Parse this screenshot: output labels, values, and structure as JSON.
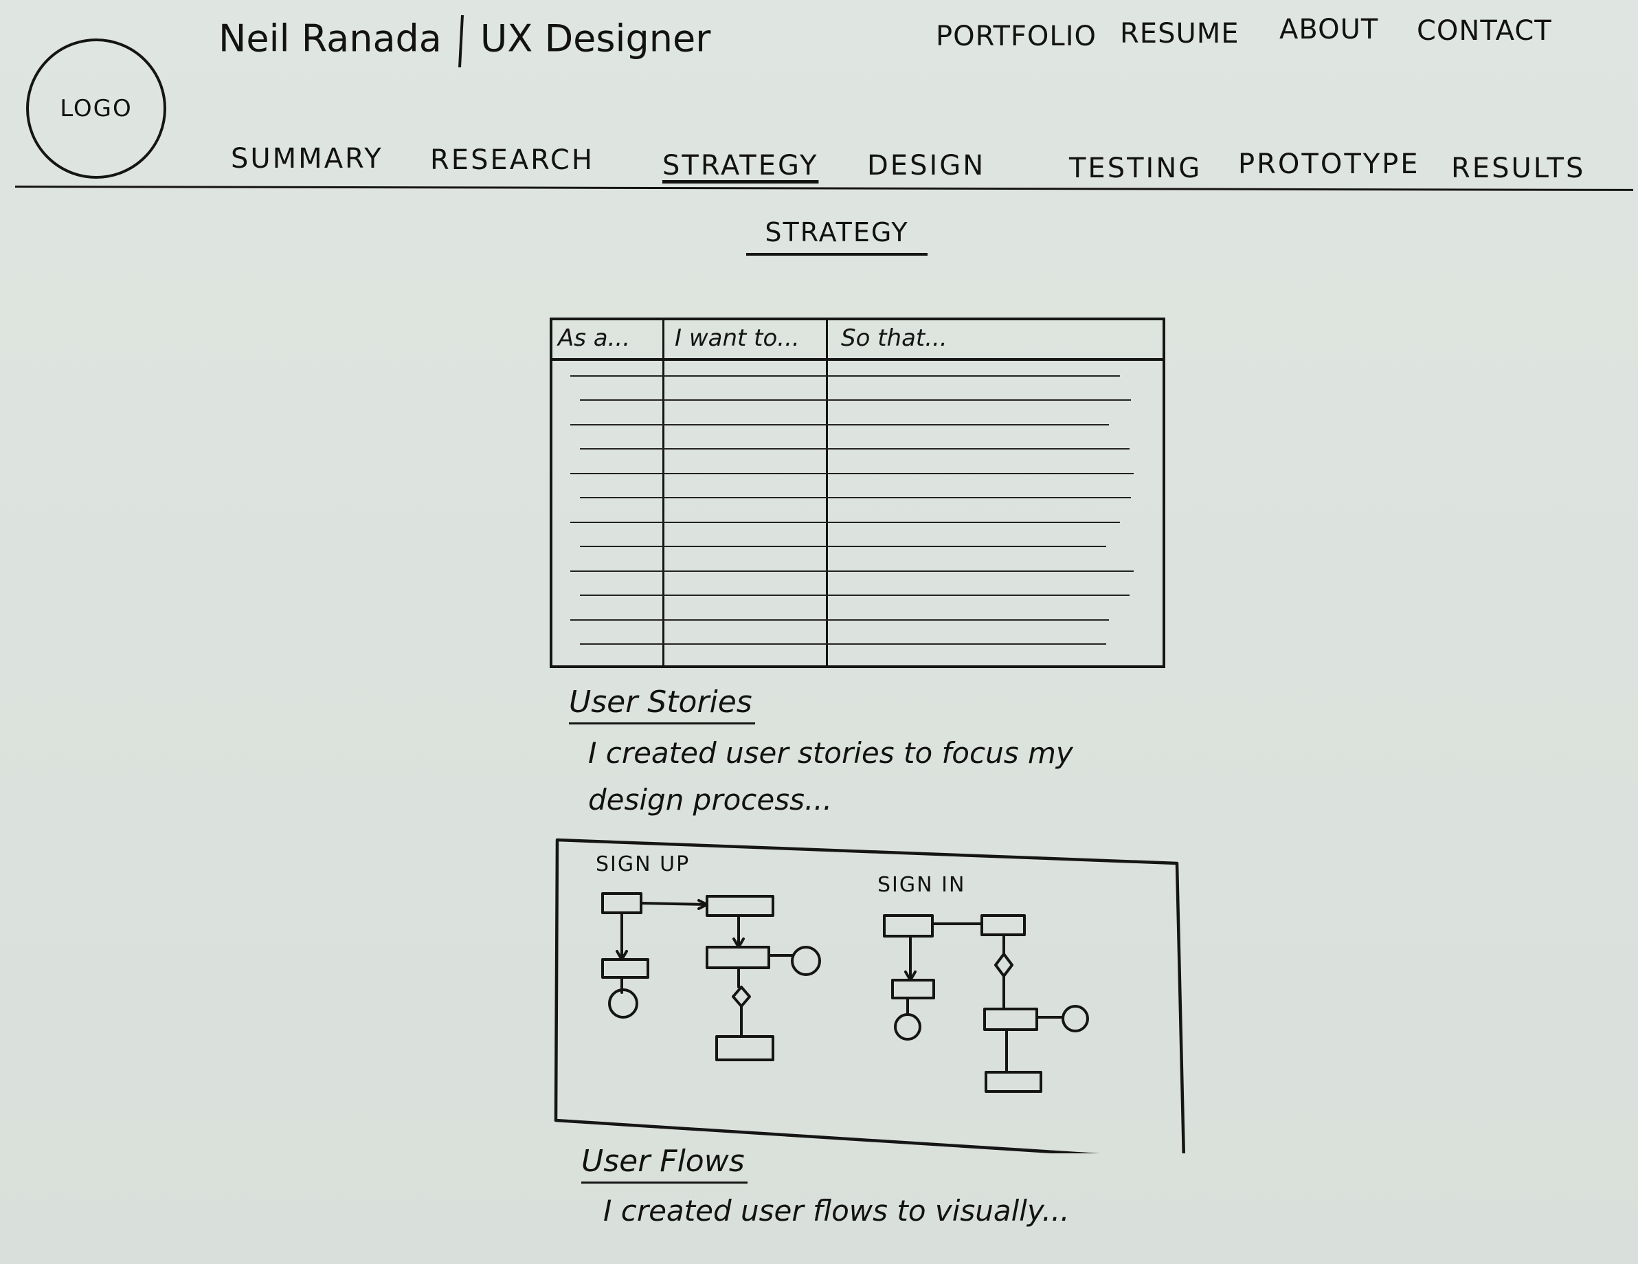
{
  "header": {
    "logo_text": "LOGO",
    "name": "Neil Ranada",
    "role": "UX Designer"
  },
  "top_nav": [
    "PORTFOLIO",
    "RESUME",
    "ABOUT",
    "CONTACT"
  ],
  "section_nav": {
    "items": [
      "SUMMARY",
      "RESEARCH",
      "STRATEGY",
      "DESIGN",
      "TESTING",
      "PROTOTYPE",
      "RESULTS"
    ],
    "active": "STRATEGY"
  },
  "page": {
    "heading": "STRATEGY"
  },
  "story_table": {
    "columns": [
      "As a...",
      "I want to...",
      "So that..."
    ],
    "empty_rows": 12
  },
  "user_stories": {
    "label": "User Stories",
    "text_line1": "I created user stories to focus my",
    "text_line2": "design process..."
  },
  "user_flows": {
    "diagram_titles": [
      "SIGN UP",
      "SIGN IN"
    ],
    "label": "User Flows",
    "text": "I created user flows to visually..."
  }
}
